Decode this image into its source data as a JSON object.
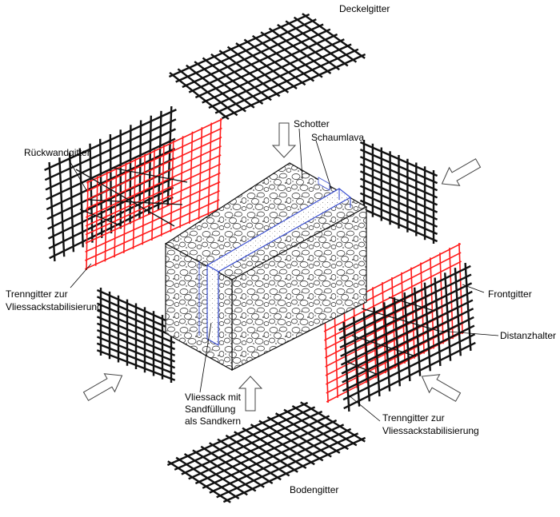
{
  "labels": {
    "deckelgitter": "Deckelgitter",
    "rueckwandgitter": "Rückwandgitter",
    "schotter": "Schotter",
    "schaumlava": "Schaumlava",
    "trenngitter_left_1": "Trenngitter zur",
    "trenngitter_left_2": "Vliessackstabilisierung",
    "frontgitter": "Frontgitter",
    "distanzhalter": "Distanzhalter",
    "vliessack_1": "Vliessack mit",
    "vliessack_2": "Sandfüllung",
    "vliessack_3": "als Sandkern",
    "trenngitter_right_1": "Trenngitter zur",
    "trenngitter_right_2": "Vliessackstabilisierung",
    "bodengitter": "Bodengitter"
  },
  "colors": {
    "grid_black": "#111111",
    "grid_red": "#ff1a1a",
    "outline_blue": "#3a4fd0",
    "arrow_outline": "#444444"
  }
}
